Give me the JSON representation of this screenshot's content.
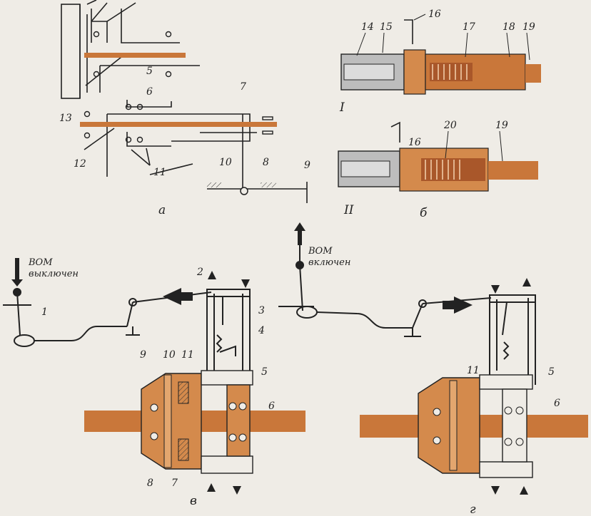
{
  "colors": {
    "paper": "#efece6",
    "ink": "#222222",
    "shaft": "#c9773a",
    "shaft_light": "#e3a66e",
    "housing": "#d48a4c",
    "metal": "#bdbdbd"
  },
  "panels": {
    "a": {
      "label": "а",
      "callouts": [
        "13",
        "5",
        "6",
        "7",
        "12",
        "11",
        "10",
        "8",
        "9"
      ]
    },
    "b": {
      "label": "б",
      "view1": "I",
      "view2": "II",
      "callouts_top": [
        "16",
        "14",
        "15",
        "17",
        "18",
        "19"
      ],
      "callouts_bottom": [
        "16",
        "20",
        "19"
      ]
    },
    "v": {
      "label": "в",
      "status_line1": "ВОМ",
      "status_line2": "выключен",
      "callouts": [
        "2",
        "1",
        "3",
        "4",
        "9",
        "10",
        "11",
        "5",
        "6",
        "8",
        "7"
      ]
    },
    "g": {
      "label": "г",
      "status_line1": "ВОМ",
      "status_line2": "включен",
      "callouts": [
        "11",
        "5",
        "6"
      ]
    }
  }
}
